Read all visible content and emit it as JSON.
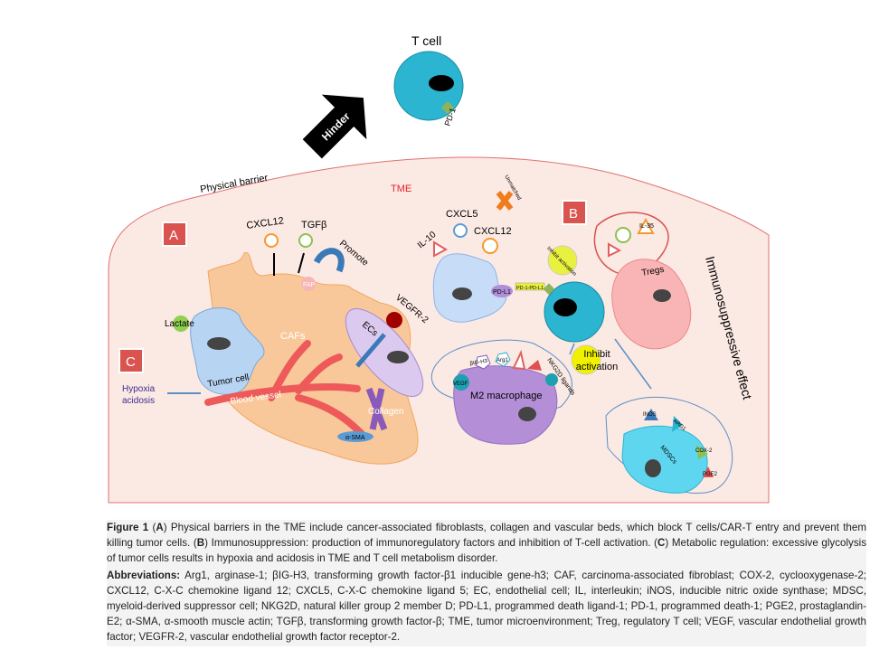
{
  "figure": {
    "labels": {
      "t_cell": "T cell",
      "pd1": "PD-1",
      "hinder": "Hinder",
      "physical_barrier": "Physical barrier",
      "tme": "TME",
      "panel_a": "A",
      "panel_b": "B",
      "panel_c": "C",
      "cxcl12_a": "CXCL12",
      "tgfb": "TGFβ",
      "promote": "Promote",
      "fap": "FAP",
      "lactate": "Lactate",
      "cafs": "CAFs",
      "tumor_cell": "Tumor cell",
      "hypoxia": "Hypoxia",
      "acidosis": "acidosis",
      "blood_vessel": "Blood vessel",
      "collagen": "Collagen",
      "asma": "α-SMA",
      "ecs": "ECs",
      "vegfr2": "VEGFR-2",
      "il10": "IL-10",
      "cxcl5": "CXCL5",
      "cxcl12_b": "CXCL12",
      "unmatched": "Unmatched",
      "pdl1": "PD-L1",
      "pd1_pdl1": "PD-1-PD-L1",
      "inhibit_activation_small": "Inhibit activation",
      "il35": "IL-35",
      "tregs": "Tregs",
      "immunosuppressive_effect": "Immunosuppressive effect",
      "big_h3": "βIG-H3",
      "arg1_m2": "Arg1",
      "nkg2d": "NKG2D ligands",
      "vegf": "VEGF",
      "m2": "M2 macrophage",
      "inhibit": "Inhibit",
      "activation": "activation",
      "inos": "INOS",
      "arg1": "ARG1",
      "cox2": "COX-2",
      "mdscs": "MDSCs",
      "pge2": "PGE2"
    },
    "colors": {
      "tme_fill": "#fbe9e3",
      "panel_box": "#d9534f",
      "tcell": "#2bb5d0",
      "caf": "#f9c89a",
      "vessel": "#ee5a5a"
    }
  },
  "caption": {
    "figure_label": "Figure 1",
    "text_1": " (",
    "a": "A",
    "text_a": ") Physical barriers in the TME include cancer-associated fibroblasts, collagen and vascular beds, which block T cells/CAR-T entry and prevent them killing tumor cells. (",
    "b": "B",
    "text_b": ") Immunosuppression: production of immunoregulatory factors and inhibition of T-cell activation. (",
    "c": "C",
    "text_c": ") Metabolic regulation: excessive glycolysis of tumor cells results in hypoxia and acidosis in TME and T cell metabolism disorder.",
    "abbrev_label": "Abbreviations:",
    "abbrev_text": " Arg1, arginase-1; βIG-H3, transforming growth factor-β1 inducible gene-h3; CAF, carcinoma-associated fibroblast; COX-2, cyclooxygenase-2; CXCL12, C-X-C chemokine ligand 12; CXCL5, C-X-C chemokine ligand 5; EC, endothelial cell; IL, interleukin; iNOS, inducible nitric oxide synthase; MDSC, myeloid-derived suppressor cell; NKG2D, natural killer group 2 member D; PD-L1, programmed death ligand-1; PD-1, programmed death-1; PGE2, prostaglandin-E2; α-SMA, α-smooth muscle actin; TGFβ, transforming growth factor-β; TME, tumor microenvironment; Treg, regulatory T cell; VEGF, vascular endothelial growth factor; VEGFR-2, vascular endothelial growth factor receptor-2."
  }
}
